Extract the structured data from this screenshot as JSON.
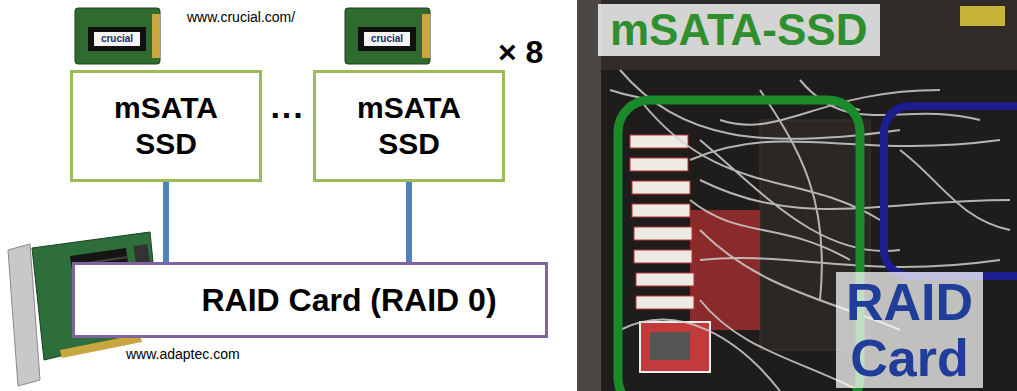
{
  "diagram": {
    "nodes": [
      {
        "text": [
          "mSATA SSD"
        ]
      },
      {
        "text": [
          "mSATA SSD"
        ]
      },
      {
        "text": [
          "RAID Card (RAID 0)"
        ]
      }
    ],
    "edges": [
      {
        "from": 0,
        "to": 2,
        "arrow": "none"
      },
      {
        "from": 1,
        "to": 2,
        "arrow": "none"
      }
    ],
    "labels": [
      "crucial",
      "www.crucial.com/",
      "crucial",
      "× 8",
      "···",
      "www.adaptec.com",
      "mSATA-SSD",
      "RAID Card"
    ]
  }
}
